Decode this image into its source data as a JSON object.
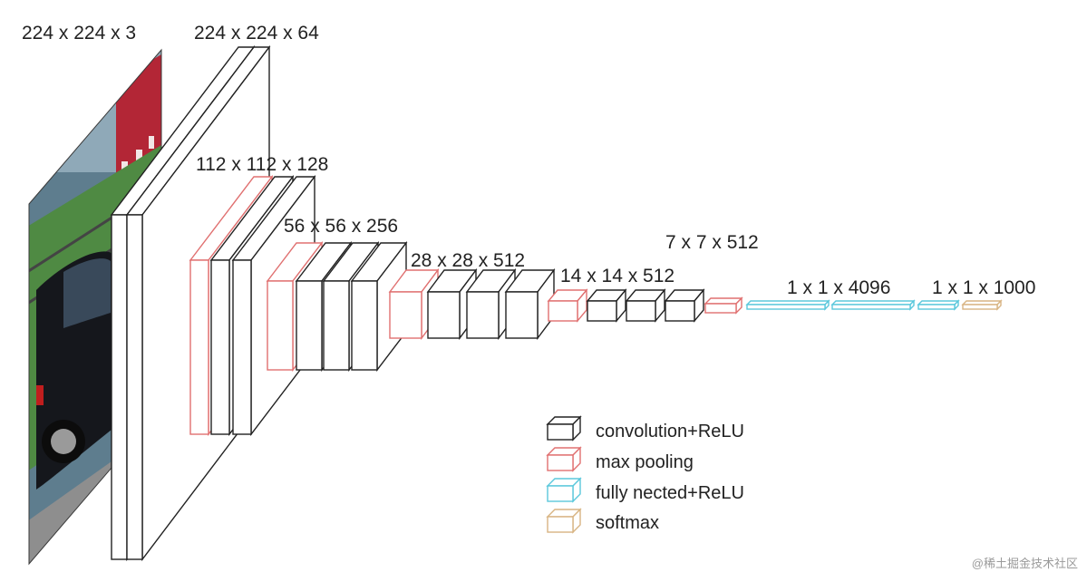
{
  "dimension_labels": {
    "input": "224 x 224 x 3",
    "conv1": "224 x 224 x 64",
    "conv2": "112 x 112 x 128",
    "conv3": "56 x 56 x 256",
    "conv4": "28 x 28 x 512",
    "conv5": "14 x 14 x 512",
    "pool5": "7 x 7 x 512",
    "fc": "1 x 1 x 4096",
    "softmax": "1 x 1 x 1000"
  },
  "legend": {
    "conv": "convolution+ReLU",
    "pool": "max pooling",
    "fc": "fully nected+ReLU",
    "softmax": "softmax"
  },
  "colors": {
    "conv": "#222222",
    "pool": "#e07070",
    "fc": "#5bc8dc",
    "softmax": "#d8b483"
  },
  "watermark": "@稀土掘金技术社区"
}
